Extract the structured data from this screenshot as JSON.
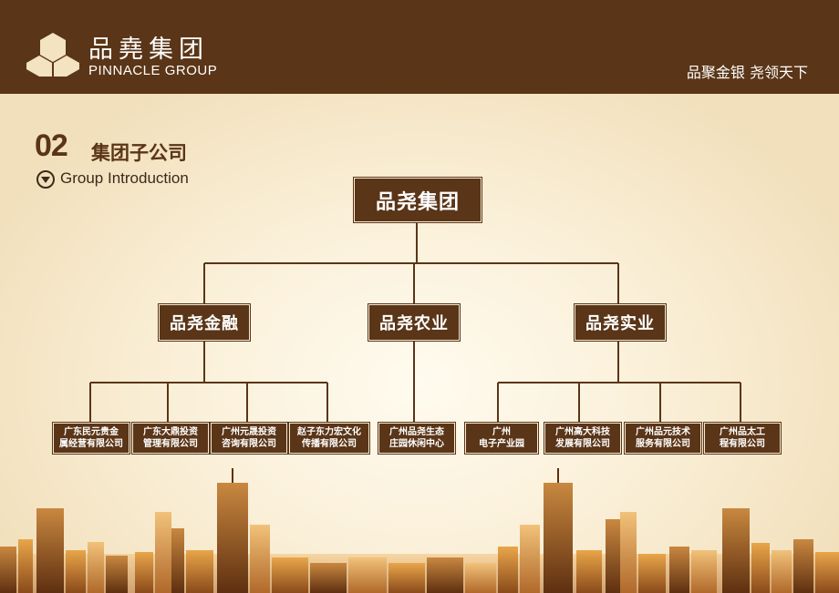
{
  "header": {
    "brand_cn": "品堯集团",
    "brand_en": "PINNACLE GROUP",
    "slogan": "品聚金银 尧领天下"
  },
  "section": {
    "number": "02",
    "title": "集团子公司",
    "subtitle": "Group Introduction"
  },
  "org": {
    "root": "品尧集团",
    "divisions": [
      {
        "name": "品尧金融",
        "subsidiaries": [
          "广东民元贵金\n属经营有限公司",
          "广东大鼎投资\n管理有限公司",
          "广州元晟投资\n咨询有限公司",
          "赵子东力宏文化\n传播有限公司"
        ]
      },
      {
        "name": "品尧农业",
        "subsidiaries": [
          "广州品尧生态\n庄园休闲中心"
        ]
      },
      {
        "name": "品尧实业",
        "subsidiaries": [
          "广州\n电子产业园",
          "广州高大科技\n发展有限公司",
          "广州品元技术\n服务有限公司",
          "广州品太工\n程有限公司"
        ]
      }
    ]
  },
  "colors": {
    "brand_brown": "#5a3517",
    "background_cream": "#f7ecd6",
    "text_white": "#ffffff"
  }
}
